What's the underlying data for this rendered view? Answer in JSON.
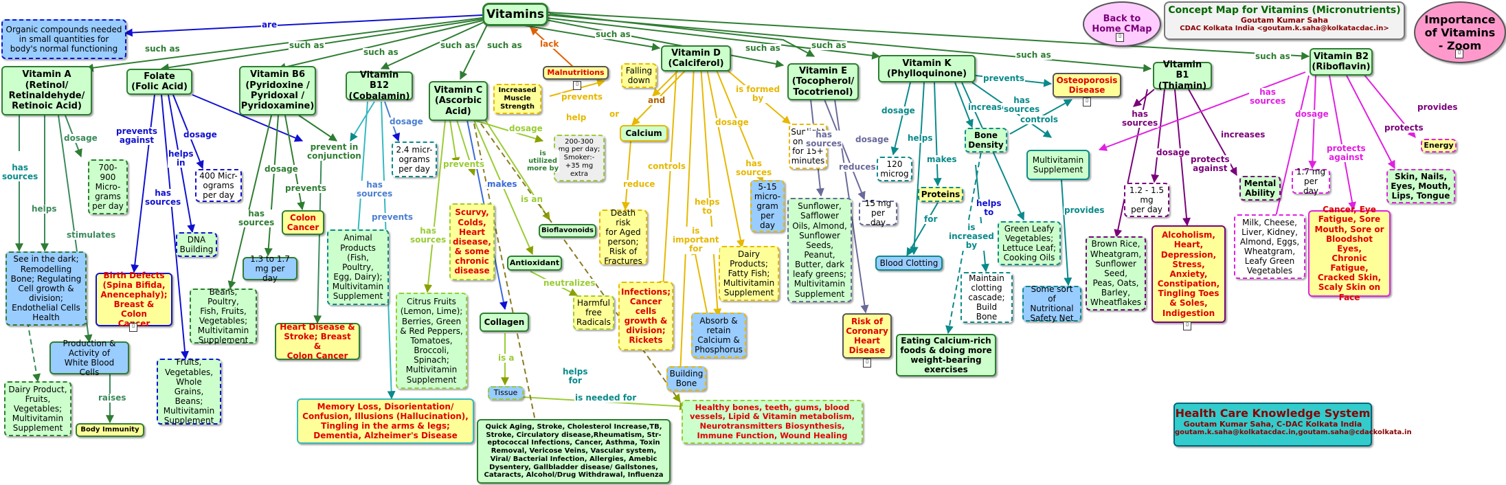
{
  "center": "Vitamins",
  "definition": "Organic compounds needed\nin small quantities for\nbody's normal functioning",
  "title_box": {
    "title": "Concept Map for Vitamins (Micronutrients)",
    "author": "Goutam Kumar Saha",
    "affiliation": "CDAC Kolkata India <goutam.k.saha@kolkatacdac.in>"
  },
  "back_button": "Back to\nHome CMap",
  "zoom_button": "Importance\nof Vitamins\n- Zoom",
  "footer": {
    "title": "Health Care Knowledge System",
    "line1": "Goutam Kumar Saha, C-DAC Kolkata India",
    "line2": "goutam.k.saha@kolkatacdac.in,goutam.saha@cdackolkata.in"
  },
  "vitamins": {
    "a": "Vitamin A\n(Retinol/\nRetinaldehyde/\nRetinoic Acid)",
    "folate": "Folate\n(Folic Acid)",
    "b6": "Vitamin B6\n(Pyridoxine /\nPyridoxal /\nPyridoxamine)",
    "b12": "Vitamin B12\n(Cobalamin)",
    "c": "Vitamin C\n(Ascorbic\nAcid)",
    "d": "Vitamin D\n(Calciferol)",
    "e": "Vitamin E\n(Tocopherol/\nTocotrienol)",
    "k": "Vitamin K\n(Phylloquinone)",
    "b1": "Vitamin B1\n(Thiamin)",
    "b2": "Vitamin B2\n(Riboflavin)"
  },
  "concepts": {
    "malnutritions": "Malnutritions",
    "increased_muscle": "Increased\nMuscle\nStrength",
    "falling_down": "Falling\ndown",
    "calcium": "Calcium",
    "a_dosage": "700-\n900\nMicro-\ngrams\nper day",
    "a_helps": "See in the dark;\nRemodelling\nBone; Regulating\nCell growth &\ndivision;\nEndothelial Cells\nHealth",
    "a_wbc": "Production &\nActivity of\nWhite Blood Cells",
    "a_sources": "Dairy Product,\nFruits,\nVegetables;\nMultivitamin\nSupplement",
    "body_immunity": "Body Immunity",
    "folate_birth": "Birth Defects\n(Spina Bifida,\nAnencephaly);\nBreast & Colon\nCancer",
    "folate_dna": "DNA\nBuilding",
    "folate_dosage": "400 Micr-\nograms\nper day",
    "folate_sources": "Fruits,\nVegetables,\nWhole Grains,\nBeans;\nMultivitamin\nSupplement",
    "b6_sources": "Beans, Poultry,\nFish, Fruits,\nVegetables;\nMultivitamin\nSupplement",
    "b6_dosage": "1.3 to 1.7\nmg per day",
    "colon_cancer": "Colon\nCancer",
    "heart_disease": "Heart Disease &\nStroke; Breast &\nColon Cancer",
    "b12_dosage": "2.4 micr-\nograms\nper day",
    "b12_sources": "Animal\nProducts\n(Fish,\nPoultry,\nEgg, Dairy);\nMultivitamin\nSupplement",
    "memory_loss": "Memory Loss, Disorientation/\nConfusion, Illusions (Hallucination),\nTingling in the arms & legs;\nDementia, Alzheimer's Disease",
    "c_scurvy": "Scurvy,\nColds,\nHeart\ndisease,\n& some\nchronic\ndisease",
    "c_dosage": "200-300\nmg per day;\nSmoker:-\n+35 mg\nextra",
    "c_bioflavonoids": "Bioflavonoids",
    "c_antioxidant": "Antioxidant",
    "c_radicals": "Harmful\nfree\nRadicals",
    "c_sources": "Citrus Fruits\n(Lemon, Lime);\nBerries, Green\n& Red Peppers,\nTomatoes,\nBroccoli,\nSpinach;\nMultivitamin\nSupplement",
    "collagen": "Collagen",
    "tissue": "Tissue",
    "c_helps": "Quick Aging, Stroke, Cholesterol Increase,TB,\nStroke, Circulatory disease,Rheumatism, Str-\neptococcal Infections, Cancer, Asthma, Toxin\nRemoval, Vericose Veins, Vascular system,\nViral/ Bacterial Infection, Allergies, Amebic\nDysentery, Gallbladder disease/ Gallstones,\nCataracts, Alcohol/Drug Withdrawal, Influenza",
    "healthy_bones": "Healthy bones, teeth, gums, blood\nvessels, Lipid & Vitamin metabolism,\nNeurotransmitters Biosynthesis,\nImmune Function, Wound Healing",
    "d_death": "Death risk\nfor Aged\nperson;\nRisk of\nFractures",
    "d_infections": "Infections;\nCancer\ncells\ngrowth &\ndivision;\nRickets",
    "d_absorb": "Absorb &\nretain\nCalcium &\nPhosphorus",
    "building_bone": "Building\nBone",
    "d_dairy": "Dairy\nProducts;\nFatty Fish;\nMultivitamin\nSupplement",
    "d_dosage": "5-15\nmicro-\ngram\nper\nday",
    "d_sunlight": "Sunlight\non Skin\nfor 15+\nminutes",
    "e_sources": "Sunflower,\nSafflower\nOils, Almond,\nSunflower\nSeeds,\nPeanut,\nButter, dark\nleafy greens;\nMultivitamin\nSupplement",
    "e_dosage": "15 mg\nper day",
    "e_risk": "Risk of\nCoronary\nHeart\nDisease",
    "k_dosage": "120\nmicrog",
    "k_proteins": "Proteins",
    "blood_clotting": "Blood Clotting",
    "k_maintain": "Maintain\nclotting\ncascade;\nBuild Bone",
    "bone_density": "Bone\nDensity",
    "eating_calcium": "Eating Calcium-rich\nfoods & doing more\nweight-bearing\nexercises",
    "k_sources": "Green Leafy\nVegetables;\nLettuce Leaf;\nCooking Oils",
    "osteoporosis": "Osteoporosis\nDisease",
    "multivitamin": "Multivitamin\nSupplement",
    "safety_net": "Some sort of\nNutritional\nSafety Net",
    "b1_sources": "Brown Rice,\nWheatgram,\nSunflower\nSeed,\nPeas, Oats,\nBarley,\nWheatflakes",
    "b1_dosage": "1.2 - 1.5\nmg\nper day",
    "b1_alcoholism": "Alcoholism,\nHeart,\nDepression,\nStress,\nAnxiety,\nConstipation,\nTingling Toes\n& Soles,\nIndigestion",
    "mental_ability": "Mental\nAbility",
    "b2_sources": "Milk, Cheese,\nLiver, Kidney,\nAlmond, Eggs,\nWheatgram,\nLeafy Green\nVegetables",
    "b2_dosage": "1.7 mg\nper day",
    "b2_cancer": "Cancer, Eye\nFatigue, Sore\nMouth, Sore or\nBloodshot Eyes,\nChronic Fatigue,\nCracked Skin,\nScaly Skin on\nFace",
    "skin_nails": "Skin, Nails,\nEyes, Mouth,\nLips, Tongue",
    "energy": "Energy"
  },
  "links": {
    "are": "are",
    "such_as": "such as",
    "lack": "lack",
    "has_sources": "has\nsources",
    "helps": "helps",
    "dosage": "dosage",
    "stimulates": "stimulates",
    "raises": "raises",
    "prevents_against": "prevents\nagainst",
    "helps_in": "helps\nin",
    "prevents": "prevents",
    "prevent_in_conjunction": "prevent in\nconjunction",
    "is_utilized": "is\nutilized\nmore by",
    "is_an": "is an",
    "makes": "makes",
    "neutralizes": "neutralizes",
    "is_a": "is a",
    "helps_for": "helps\nfor",
    "is_needed_for": "is needed for",
    "and": "and",
    "or": "or",
    "help": "help",
    "reduce": "reduce",
    "controls": "controls",
    "helps_to": "helps\nto",
    "is_important_for": "is\nimportant\nfor",
    "is_formed_by": "is formed\nby",
    "reduces": "reduces",
    "makes2": "makes",
    "for": "for",
    "helps_to2": "helps\nto",
    "increases": "increases",
    "is_increased_by": "is\nincreased\nby",
    "provides": "provides",
    "protects_against": "protects\nagainst",
    "protects": "protects",
    "has_sources2": "has\nsources"
  },
  "colors": {
    "green": "#2e7d32",
    "blue": "#1010d0",
    "teal": "#0a8a8a",
    "orange": "#e6b800",
    "purple": "#7a007a",
    "magenta": "#e020e0",
    "slate": "#6a6a9a",
    "olive": "#8aa000"
  }
}
